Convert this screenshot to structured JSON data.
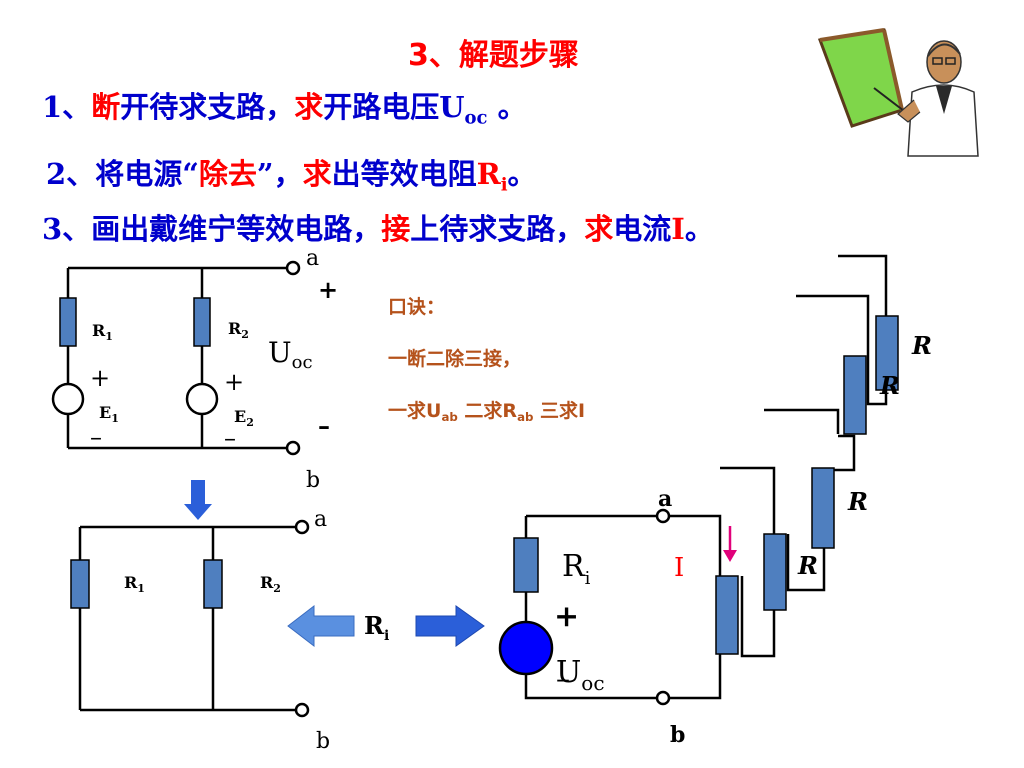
{
  "slide": {
    "title": "3、解题步骤",
    "steps": [
      {
        "num": "1、",
        "p1": "断",
        "p2": "开待求支路，",
        "p3": "求",
        "p4": "开路电压",
        "sym": "U",
        "sub": "oc",
        "end": " 。"
      },
      {
        "num": "2、",
        "p1": "将电源“",
        "p2": "除去",
        "p3": "”，",
        "p4": "求",
        "p5": "出等效电阻",
        "sym": "R",
        "sub": "i",
        "end": "。"
      },
      {
        "num": "3、",
        "p1": "画出戴维宁等效电路，",
        "p2": "接",
        "p3": "上待求支路，",
        "p4": "求",
        "p5": "电流",
        "sym": "I",
        "end": "。"
      }
    ],
    "mnemonic": {
      "line1": "口诀：",
      "line2": "一断二除三接，",
      "line3_a": "一求U",
      "line3_a_sub": "ab",
      "line3_b": " 二求R",
      "line3_b_sub": "ab",
      "line3_c": " 三求I"
    }
  },
  "circuit_top": {
    "terminal_a": "a",
    "terminal_b": "b",
    "plus": "+",
    "minus": "–",
    "r1": "R",
    "r1_sub": "1",
    "r2": "R",
    "r2_sub": "2",
    "e1": "E",
    "e1_sub": "1",
    "e2": "E",
    "e2_sub": "2",
    "src_plus": "+",
    "src_minus": "–",
    "voltage": "U",
    "voltage_sub": "oc"
  },
  "circuit_bottom_left": {
    "terminal_a": "a",
    "terminal_b": "b",
    "r1": "R",
    "r1_sub": "1",
    "r2": "R",
    "r2_sub": "2",
    "ri": "R",
    "ri_sub": "i"
  },
  "equivalent_circuit": {
    "terminal_a": "a",
    "terminal_b": "b",
    "ri": "R",
    "ri_sub": "i",
    "plus": "+",
    "minus": "–",
    "voltage": "U",
    "voltage_sub": "oc",
    "current": "I"
  },
  "ladder": {
    "labels": [
      "R",
      "R",
      "R",
      "R"
    ]
  },
  "colors": {
    "title_red": "#ff0000",
    "text_blue": "#0000cc",
    "resistor_fill": "#4f7fbf",
    "source_fill": "#0000ff",
    "arrow_blue": "#2b5fd9",
    "current_arrow": "#e0007a",
    "mnemonic_brown": "#b5521b"
  }
}
